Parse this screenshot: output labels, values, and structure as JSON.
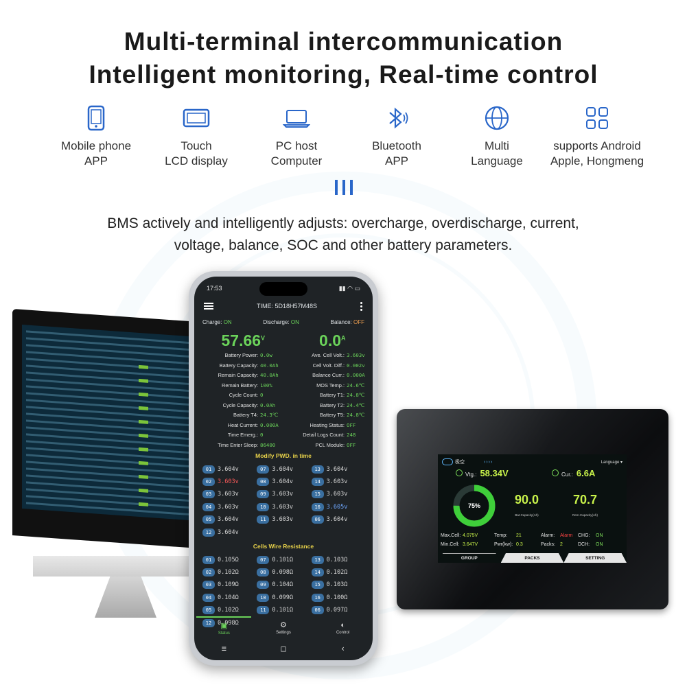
{
  "headline": {
    "line1": "Multi-terminal intercommunication",
    "line2": "Intelligent monitoring,  Real-time control"
  },
  "features": [
    {
      "icon": "mobile-phone-icon",
      "label": "Mobile phone\nAPP"
    },
    {
      "icon": "tablet-icon",
      "label": "Touch\nLCD display"
    },
    {
      "icon": "laptop-icon",
      "label": "PC host\nComputer"
    },
    {
      "icon": "bluetooth-icon",
      "label": "Bluetooth\nAPP"
    },
    {
      "icon": "globe-icon",
      "label": "Multi\nLanguage"
    },
    {
      "icon": "app-grid-icon",
      "label": "supports Android\nApple, Hongmeng"
    }
  ],
  "description": "BMS actively and intelligently adjusts: overcharge, overdischarge, current,\nvoltage, balance, SOC and other battery parameters.",
  "accent_color": "#2966c9",
  "phone": {
    "status_time": "17:53",
    "app_title": "TIME: 5D18H57M48S",
    "charge_label": "Charge:",
    "charge_value": "ON",
    "discharge_label": "Discharge:",
    "discharge_value": "ON",
    "balance_label": "Balance:",
    "balance_value": "OFF",
    "voltage": "57.66",
    "voltage_unit": "V",
    "current": "0.0",
    "current_unit": "A",
    "params_left": [
      {
        "k": "Battery Power:",
        "v": "0.0w"
      },
      {
        "k": "Battery Capacity:",
        "v": "40.0Ah"
      },
      {
        "k": "Remain Capacity:",
        "v": "40.0Ah"
      },
      {
        "k": "Remain Battery:",
        "v": "100%"
      },
      {
        "k": "Cycle Count:",
        "v": "0"
      },
      {
        "k": "Cycle Capacity:",
        "v": "0.0Ah"
      },
      {
        "k": "Battery T4:",
        "v": "24.3℃"
      },
      {
        "k": "Heat Current:",
        "v": "0.000A"
      },
      {
        "k": "Time Emerg.:",
        "v": "0"
      },
      {
        "k": "Time Enter Sleep:",
        "v": "86400"
      }
    ],
    "params_right": [
      {
        "k": "Ave. Cell Volt.:",
        "v": "3.603v"
      },
      {
        "k": "Cell Volt. Diff.:",
        "v": "0.002v"
      },
      {
        "k": "Balance Curr.:",
        "v": "0.000A"
      },
      {
        "k": "MOS Temp.:",
        "v": "24.6℃"
      },
      {
        "k": "Battery T1:",
        "v": "24.8℃"
      },
      {
        "k": "Battery T2:",
        "v": "24.4℃"
      },
      {
        "k": "Battery T5:",
        "v": "24.8℃"
      },
      {
        "k": "Heating Status:",
        "v": "OFF"
      },
      {
        "k": "Detail Logs Count:",
        "v": "248"
      },
      {
        "k": "PCL Module:",
        "v": "OFF"
      }
    ],
    "pwd_title": "Modify PWD. in time",
    "cells": [
      {
        "n": "01",
        "v": "3.604v"
      },
      {
        "n": "07",
        "v": "3.604v"
      },
      {
        "n": "13",
        "v": "3.604v"
      },
      {
        "n": "02",
        "v": "3.603v",
        "state": "hot"
      },
      {
        "n": "08",
        "v": "3.604v"
      },
      {
        "n": "14",
        "v": "3.603v"
      },
      {
        "n": "03",
        "v": "3.603v"
      },
      {
        "n": "09",
        "v": "3.603v"
      },
      {
        "n": "15",
        "v": "3.603v"
      },
      {
        "n": "04",
        "v": "3.603v"
      },
      {
        "n": "10",
        "v": "3.603v"
      },
      {
        "n": "16",
        "v": "3.605v",
        "state": "cool"
      },
      {
        "n": "05",
        "v": "3.604v"
      },
      {
        "n": "11",
        "v": "3.603v"
      },
      {
        "n": "06",
        "v": "3.604v"
      },
      {
        "n": "12",
        "v": "3.604v"
      }
    ],
    "wire_title": "Cells Wire Resistance",
    "wires": [
      {
        "n": "01",
        "v": "0.105Ω"
      },
      {
        "n": "07",
        "v": "0.101Ω"
      },
      {
        "n": "13",
        "v": "0.103Ω"
      },
      {
        "n": "02",
        "v": "0.102Ω"
      },
      {
        "n": "08",
        "v": "0.098Ω"
      },
      {
        "n": "14",
        "v": "0.102Ω"
      },
      {
        "n": "03",
        "v": "0.109Ω"
      },
      {
        "n": "09",
        "v": "0.104Ω"
      },
      {
        "n": "15",
        "v": "0.103Ω"
      },
      {
        "n": "04",
        "v": "0.104Ω"
      },
      {
        "n": "10",
        "v": "0.099Ω"
      },
      {
        "n": "16",
        "v": "0.100Ω"
      },
      {
        "n": "05",
        "v": "0.102Ω"
      },
      {
        "n": "11",
        "v": "0.101Ω"
      },
      {
        "n": "06",
        "v": "0.097Ω"
      },
      {
        "n": "12",
        "v": "0.098Ω"
      }
    ],
    "tabs": [
      {
        "label": "Status",
        "icon": "status-icon",
        "active": true
      },
      {
        "label": "Settings",
        "icon": "gear-icon",
        "active": false
      },
      {
        "label": "Control",
        "icon": "toggle-icon",
        "active": false
      }
    ]
  },
  "lcd": {
    "brand": "极空",
    "arrows": "››››",
    "language": "Language ▾",
    "vtg_label": "Vtg.:",
    "vtg_value": "58.34V",
    "cur_label": "Cur.:",
    "cur_value": "6.6A",
    "soc": "75%",
    "soc_fraction": 0.75,
    "bat_capacity": "90.0",
    "bat_capacity_label": "Bat-Capacity(Ah)",
    "rem_capacity": "70.7",
    "rem_capacity_label": "Rem-Capacity(Ah)",
    "max_cell_label": "Max.Cell:",
    "max_cell": "4.075V",
    "min_cell_label": "Min.Cell:",
    "min_cell": "3.647V",
    "temp_label": "Temp:",
    "temp": "21",
    "pwr_label": "Pwr(kw):",
    "pwr": "0.3",
    "alarm_label": "Alarm:",
    "alarm": "Alarm",
    "packs_label": "Packs:",
    "packs": "2",
    "chg_label": "CHG:",
    "chg": "ON",
    "dch_label": "DCH:",
    "dch": "ON",
    "tabs": [
      "GROUP",
      "PACKS",
      "SETTING"
    ],
    "ring_color": "#3fcf3a"
  }
}
